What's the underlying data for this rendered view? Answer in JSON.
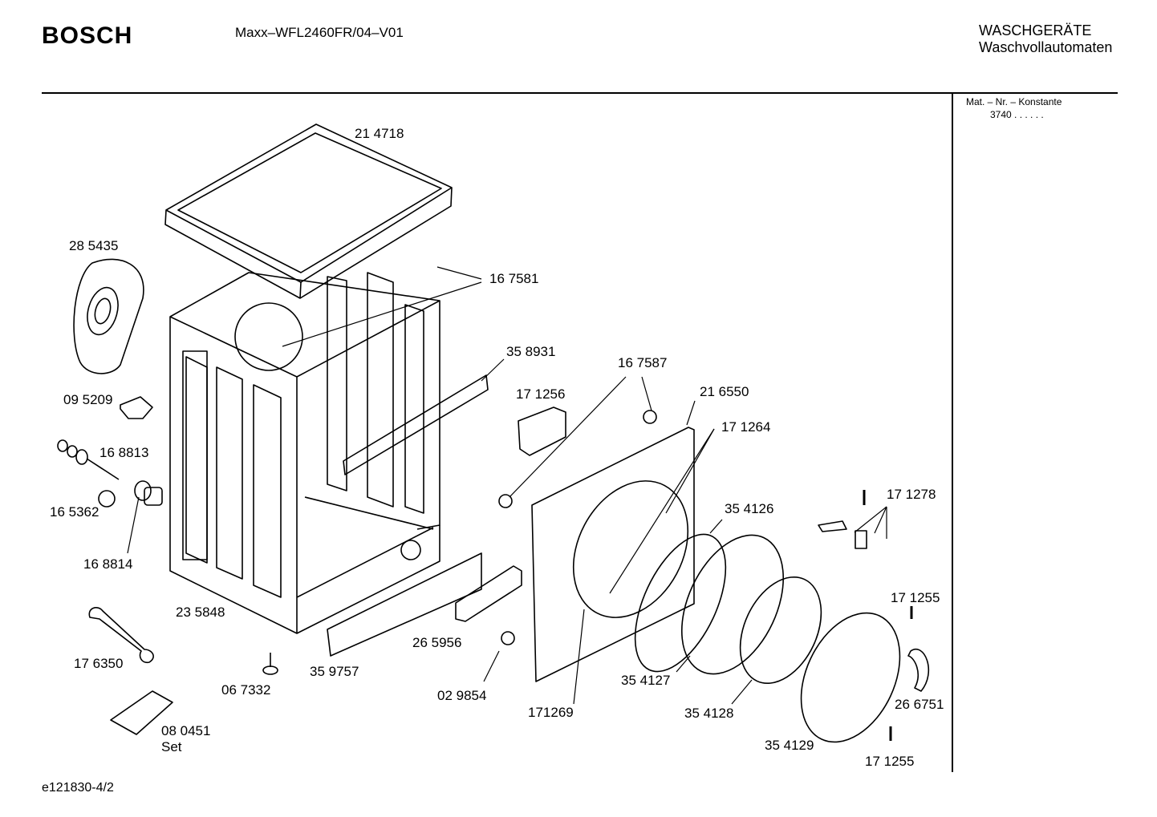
{
  "header": {
    "brand": "BOSCH",
    "model": "Maxx–WFL2460FR/04–V01",
    "category_line1": "WASCHGERÄTE",
    "category_line2": "Waschvollautomaten"
  },
  "sidebar": {
    "mat_label": "Mat. – Nr. – Konstante",
    "mat_value": "3740  .  .    .  .  .  ."
  },
  "parts": {
    "p214718": "21 4718",
    "p285435": "28 5435",
    "p167581": "16 7581",
    "p358931": "35 8931",
    "p167587": "16 7587",
    "p171256": "17 1256",
    "p216550": "21 6550",
    "p095209": "09 5209",
    "p171264": "17 1264",
    "p168813": "16 8813",
    "p165362": "16 5362",
    "p354126": "35 4126",
    "p171278": "17 1278",
    "p168814": "16 8814",
    "p171255a": "17 1255",
    "p235848": "23 5848",
    "p265956": "26 5956",
    "p176350": "17 6350",
    "p354127": "35 4127",
    "p266751": "26 6751",
    "p359757": "35 9757",
    "p067332": "06 7332",
    "p029854": "02 9854",
    "p171269": "171269",
    "p354128": "35 4128",
    "p080451": "08 0451",
    "set": "Set",
    "p354129": "35 4129",
    "p171255b": "17 1255"
  },
  "footer": {
    "drawing_id": "e121830-4/2"
  }
}
